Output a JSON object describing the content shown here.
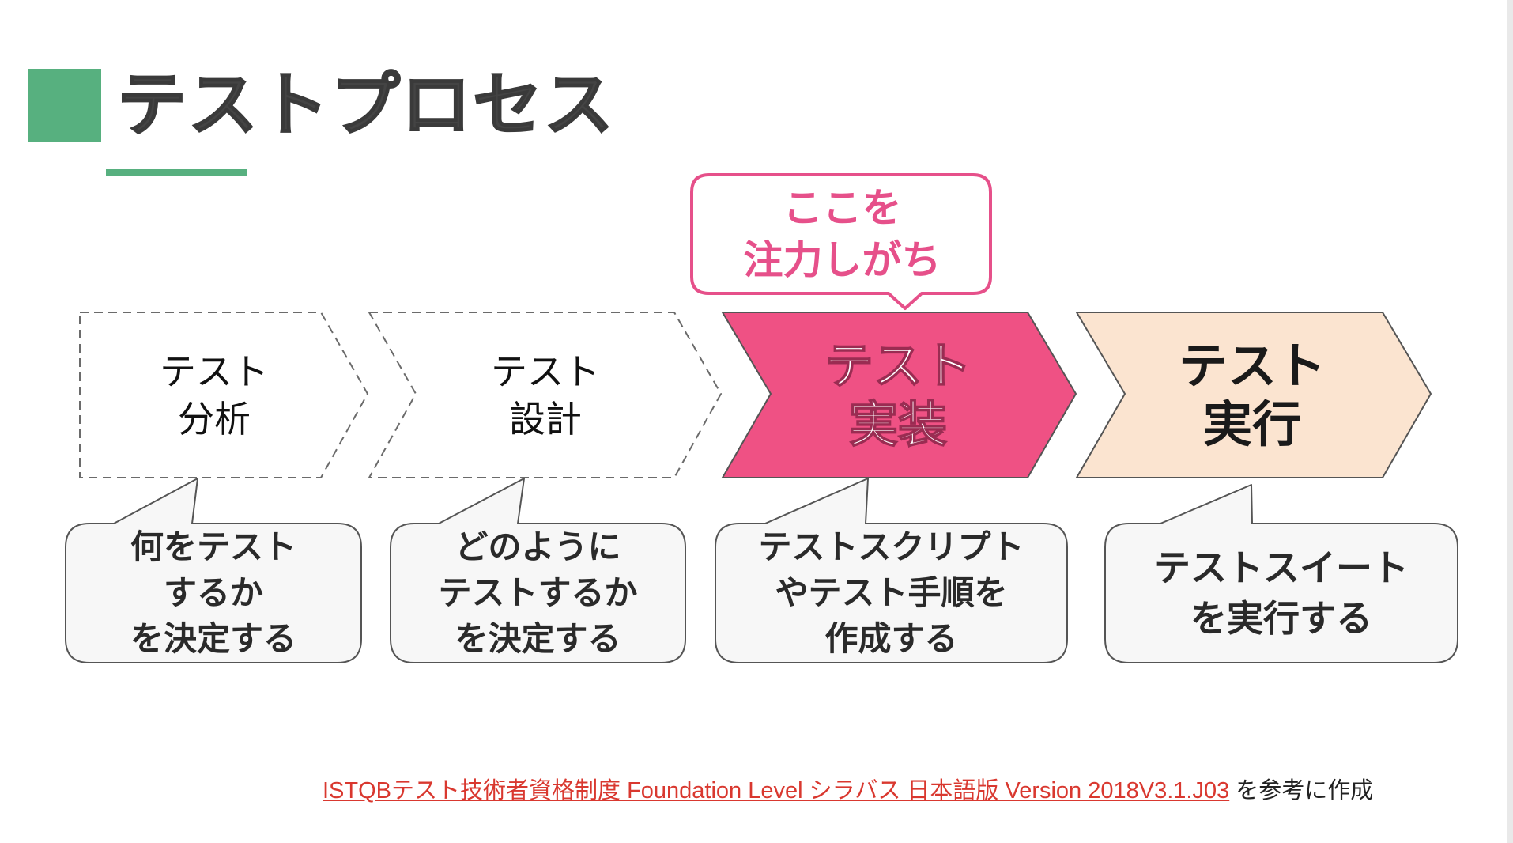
{
  "title": "テストプロセス",
  "colors": {
    "accent_green": "#57b07f",
    "implement_pink": "#ef5184",
    "execute_beige": "#fbe4d0",
    "focus_pink": "#e6508a",
    "link_red": "#d9382f"
  },
  "focus_callout": {
    "line1": "ここを",
    "line2": "注力しがち"
  },
  "steps": [
    {
      "label_line1": "テスト",
      "label_line2": "分析",
      "desc_line1": "何をテスト",
      "desc_line2": "するか",
      "desc_line3": "を決定する"
    },
    {
      "label_line1": "テスト",
      "label_line2": "設計",
      "desc_line1": "どのように",
      "desc_line2": "テストするか",
      "desc_line3": "を決定する"
    },
    {
      "label_line1": "テスト",
      "label_line2": "実装",
      "desc_line1": "テストスクリプト",
      "desc_line2": "やテスト手順を",
      "desc_line3": "作成する"
    },
    {
      "label_line1": "テスト",
      "label_line2": "実行",
      "desc_line1": "テストスイート",
      "desc_line2": "を実行する"
    }
  ],
  "footer": {
    "reference": "ISTQBテスト技術者資格制度 Foundation Level シラバス 日本語版 Version 2018V3.1.J03",
    "suffix": "を参考に作成"
  }
}
